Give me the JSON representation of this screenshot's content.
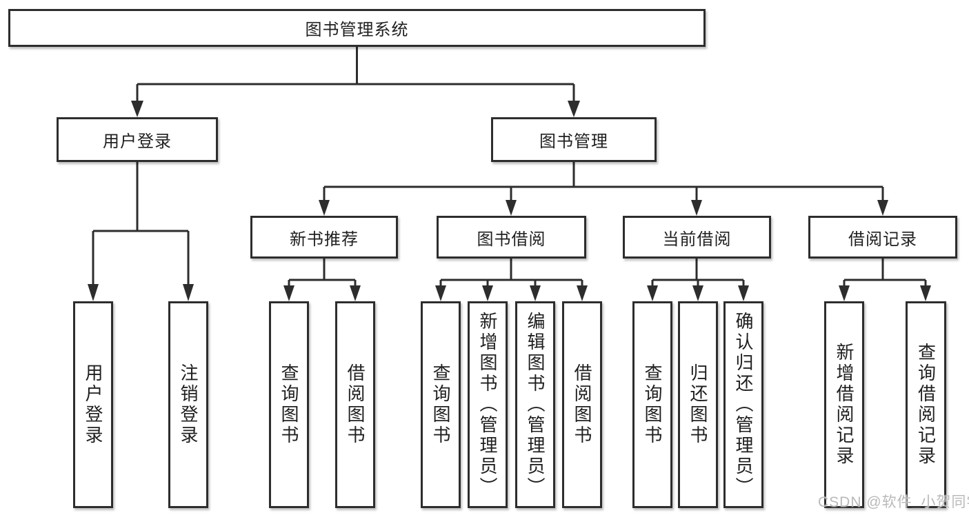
{
  "tree": {
    "root": {
      "label": "图书管理系统"
    },
    "level2": [
      {
        "label": "用户登录",
        "children": [
          "用户登录",
          "注销登录"
        ]
      },
      {
        "label": "图书管理",
        "groups": [
          {
            "label": "新书推荐",
            "children": [
              "查询图书",
              "借阅图书"
            ]
          },
          {
            "label": "图书借阅",
            "children": [
              "查询图书",
              "新增图书（管理员）",
              "编辑图书（管理员）",
              "借阅图书"
            ]
          },
          {
            "label": "当前借阅",
            "children": [
              "查询图书",
              "归还图书",
              "确认归还（管理员）"
            ]
          },
          {
            "label": "借阅记录",
            "children": [
              "新增借阅记录",
              "查询借阅记录"
            ]
          }
        ]
      }
    ]
  },
  "watermark": {
    "text": "CSDN @软件_小贺同学"
  },
  "colors": {
    "line": "#2d2d2d",
    "text": "#1f1f1f",
    "box_border": "#2d2d2d",
    "background": "#ffffff",
    "watermark": "#b9b9b9"
  }
}
